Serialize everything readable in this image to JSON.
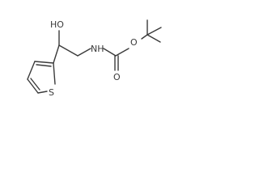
{
  "molecule": {
    "atoms": {
      "oh": "HO",
      "nh": "NH",
      "o_ether": "O",
      "o_carbonyl": "O",
      "s": "S"
    }
  }
}
